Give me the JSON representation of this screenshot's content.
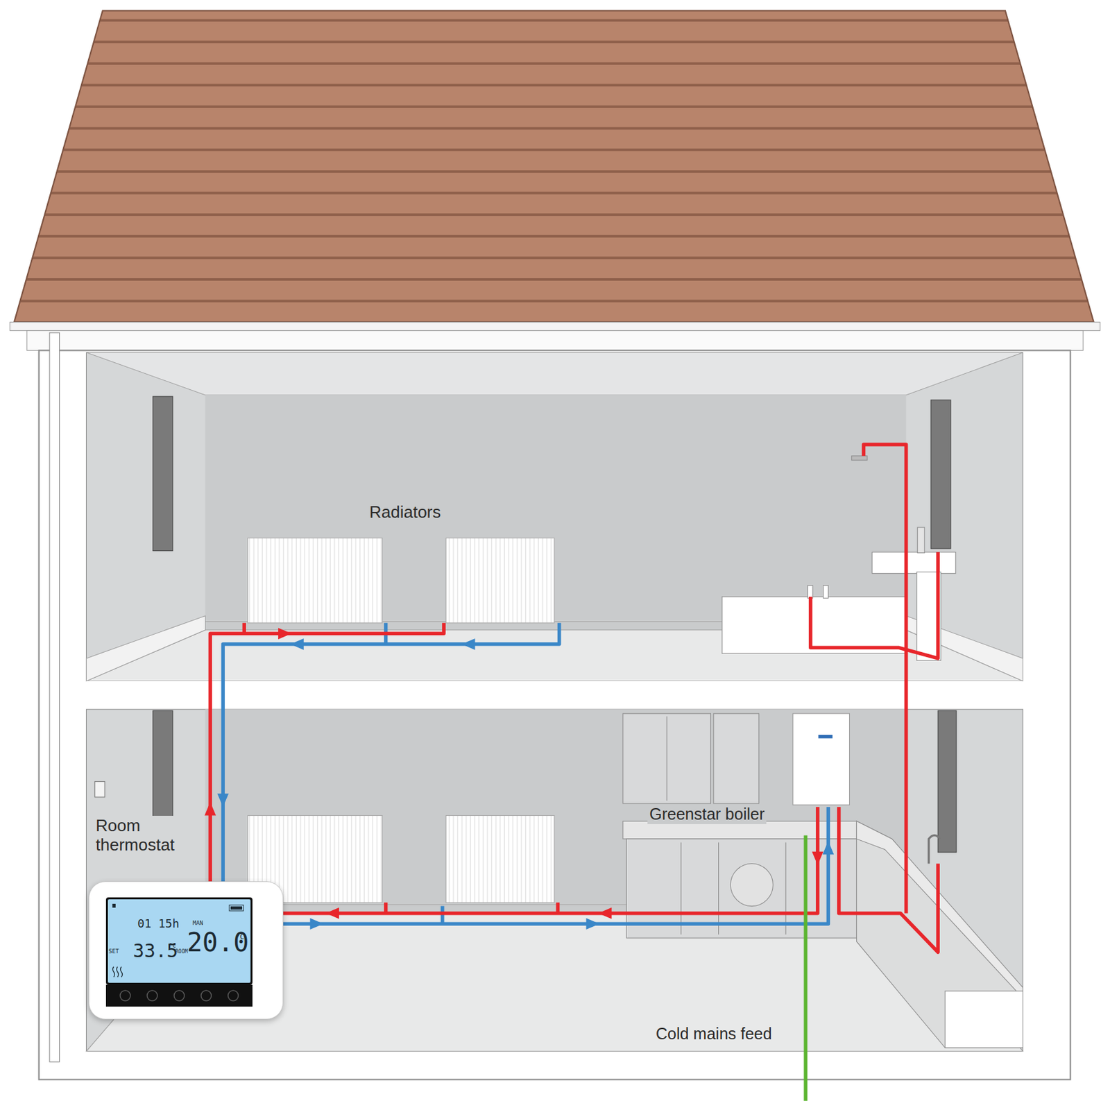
{
  "diagram": {
    "nodes": [
      {
        "text": [
          "MAN",
          "01 15h",
          "SET",
          "33.5",
          "°C",
          "ROOM",
          "20.0",
          "°C"
        ]
      }
    ],
    "labels": [
      "Radiators",
      "Room thermostat",
      "Greenstar boiler",
      "Cold mains feed"
    ]
  }
}
